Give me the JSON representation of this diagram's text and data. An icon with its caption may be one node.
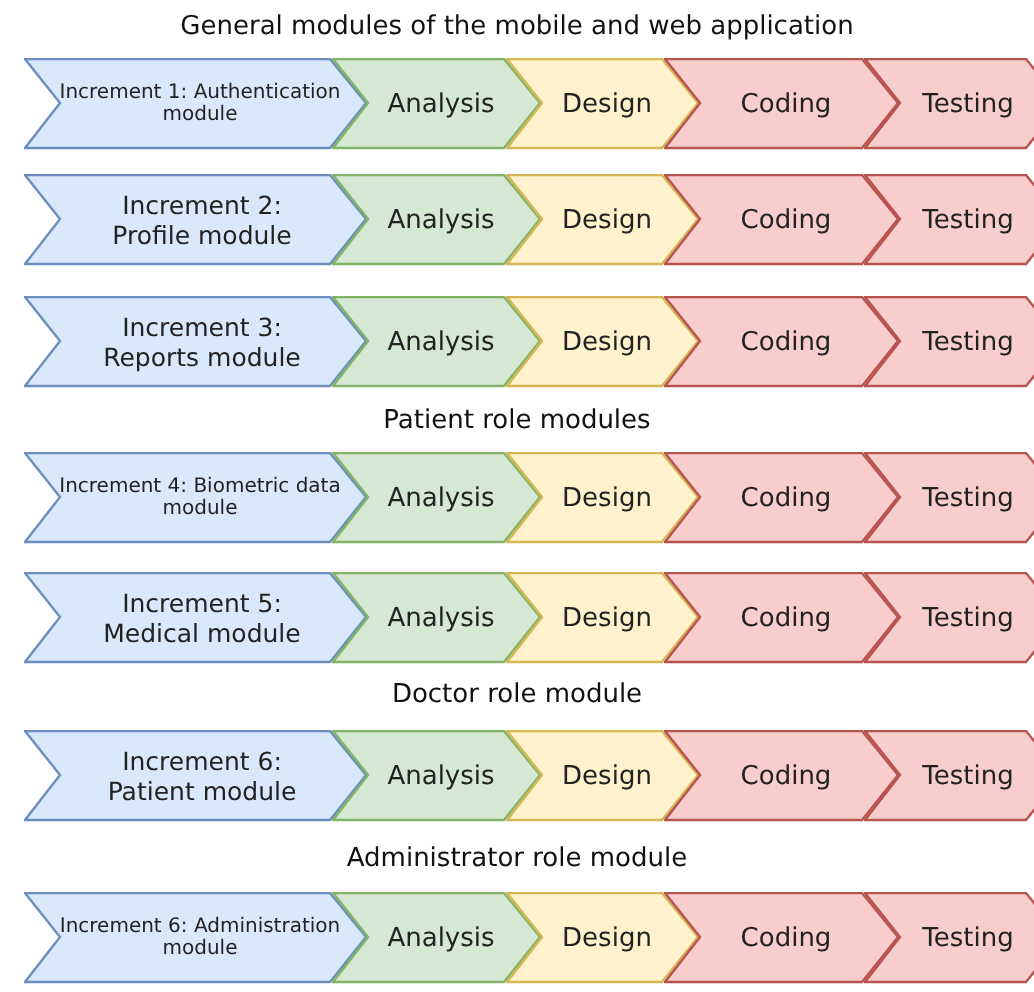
{
  "diagram": {
    "nodes": [
      {
        "text": [
          "Increment 1: Authentication module"
        ]
      },
      {
        "text": [
          "Analysis"
        ]
      },
      {
        "text": [
          "Design"
        ]
      },
      {
        "text": [
          "Coding"
        ]
      },
      {
        "text": [
          "Testing"
        ]
      },
      {
        "text": [
          "Increment 2: Profile module"
        ]
      },
      {
        "text": [
          "Analysis"
        ]
      },
      {
        "text": [
          "Design"
        ]
      },
      {
        "text": [
          "Coding"
        ]
      },
      {
        "text": [
          "Testing"
        ]
      },
      {
        "text": [
          "Increment 3: Reports module"
        ]
      },
      {
        "text": [
          "Analysis"
        ]
      },
      {
        "text": [
          "Design"
        ]
      },
      {
        "text": [
          "Coding"
        ]
      },
      {
        "text": [
          "Testing"
        ]
      },
      {
        "text": [
          "Increment 4: Biometric data module"
        ]
      },
      {
        "text": [
          "Analysis"
        ]
      },
      {
        "text": [
          "Design"
        ]
      },
      {
        "text": [
          "Coding"
        ]
      },
      {
        "text": [
          "Testing"
        ]
      },
      {
        "text": [
          "Increment 5: Medical module"
        ]
      },
      {
        "text": [
          "Analysis"
        ]
      },
      {
        "text": [
          "Design"
        ]
      },
      {
        "text": [
          "Coding"
        ]
      },
      {
        "text": [
          "Testing"
        ]
      },
      {
        "text": [
          "Increment 6: Patient module"
        ]
      },
      {
        "text": [
          "Analysis"
        ]
      },
      {
        "text": [
          "Design"
        ]
      },
      {
        "text": [
          "Coding"
        ]
      },
      {
        "text": [
          "Testing"
        ]
      },
      {
        "text": [
          "Increment 6: Administration module"
        ]
      },
      {
        "text": [
          "Analysis"
        ]
      },
      {
        "text": [
          "Design"
        ]
      },
      {
        "text": [
          "Coding"
        ]
      },
      {
        "text": [
          "Testing"
        ]
      }
    ],
    "labels": [
      "General modules of the mobile and web application",
      "Patient role modules",
      "Doctor role module",
      "Administrator role module"
    ]
  }
}
